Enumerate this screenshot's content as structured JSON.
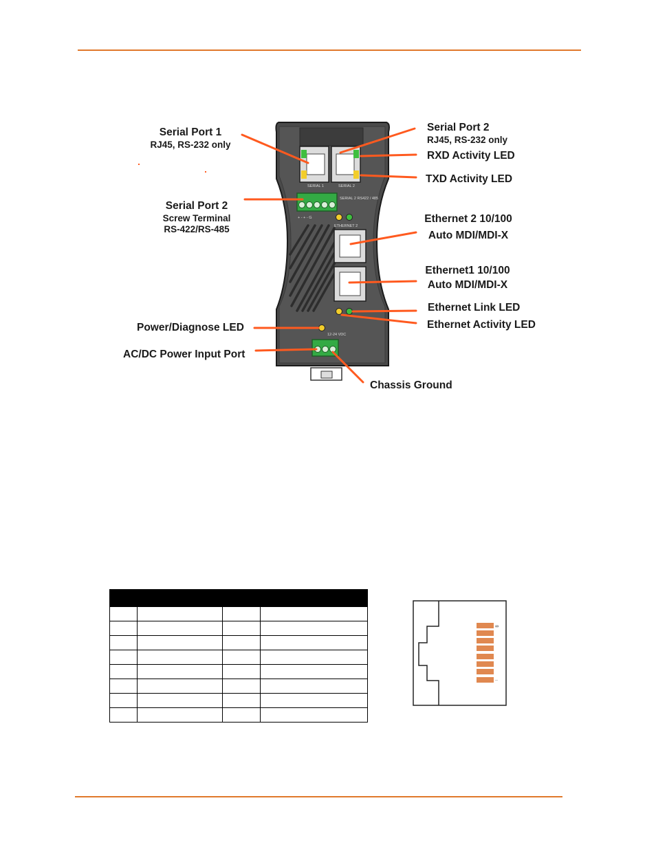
{
  "figure": {
    "callouts": {
      "serial_port_1": {
        "title": "Serial Port 1",
        "subtitle": "RJ45, RS-232 only"
      },
      "serial_port_2_rj45": {
        "title": "Serial Port 2",
        "subtitle": "RJ45, RS-232 only"
      },
      "rxd_led": {
        "title": "RXD Activity LED"
      },
      "txd_led": {
        "title": "TXD Activity LED"
      },
      "serial_port_2_screw": {
        "title": "Serial Port 2",
        "line2": "Screw Terminal",
        "line3": "RS-422/RS-485"
      },
      "ethernet_2": {
        "title": "Ethernet 2 10/100",
        "line2": "Auto MDI/MDI-X"
      },
      "ethernet_1": {
        "title": "Ethernet1 10/100",
        "line2": "Auto MDI/MDI-X"
      },
      "ethernet_link_led": {
        "title": "Ethernet Link LED"
      },
      "ethernet_activity_led": {
        "title": "Ethernet Activity LED"
      },
      "power_led": {
        "title": "Power/Diagnose LED"
      },
      "power_input": {
        "title": "AC/DC Power Input Port"
      },
      "chassis_ground": {
        "title": "Chassis Ground"
      }
    },
    "device_labels": {
      "serial1": "SERIAL 1",
      "serial2": "SERIAL 2",
      "terminal_block": "SERIAL 2 RS422 / 485",
      "ethernet2": "ETHERNET 2",
      "power": "12-24 VDC"
    }
  },
  "pin_table": {
    "rows": [
      [
        "",
        "",
        "",
        ""
      ],
      [
        "",
        "",
        "",
        ""
      ],
      [
        "",
        "",
        "",
        ""
      ],
      [
        "",
        "",
        "",
        ""
      ],
      [
        "",
        "",
        "",
        ""
      ],
      [
        "",
        "",
        "",
        ""
      ],
      [
        "",
        "",
        "",
        ""
      ],
      [
        "",
        "",
        "",
        ""
      ]
    ]
  },
  "colors": {
    "accent_rule": "#e0782a",
    "arrow": "#ff5a1f",
    "pin_contact": "#e08850",
    "device_body": "#4a4a4a",
    "led_green": "#3fbf3f",
    "led_yellow": "#f2cd2b"
  }
}
